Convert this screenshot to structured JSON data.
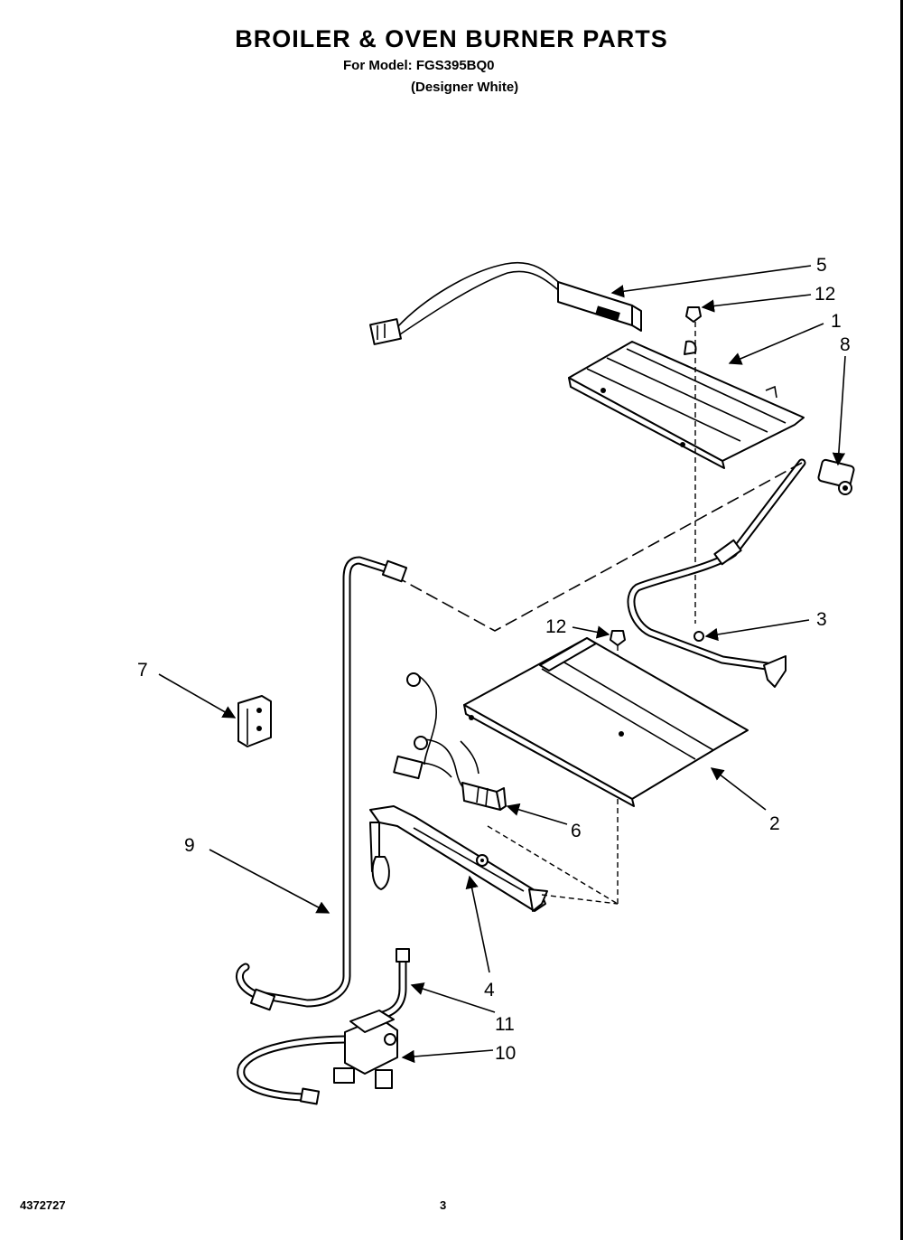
{
  "header": {
    "title": "BROILER & OVEN BURNER PARTS",
    "model_line": "For Model: FGS395BQ0",
    "variant_line": "(Designer White)"
  },
  "callouts": {
    "c1": "1",
    "c2": "2",
    "c3": "3",
    "c4": "4",
    "c5": "5",
    "c6": "6",
    "c7": "7",
    "c8": "8",
    "c9": "9",
    "c10": "10",
    "c11": "11",
    "c12a": "12",
    "c12b": "12"
  },
  "footer": {
    "doc_number": "4372727",
    "page_number": "3"
  }
}
